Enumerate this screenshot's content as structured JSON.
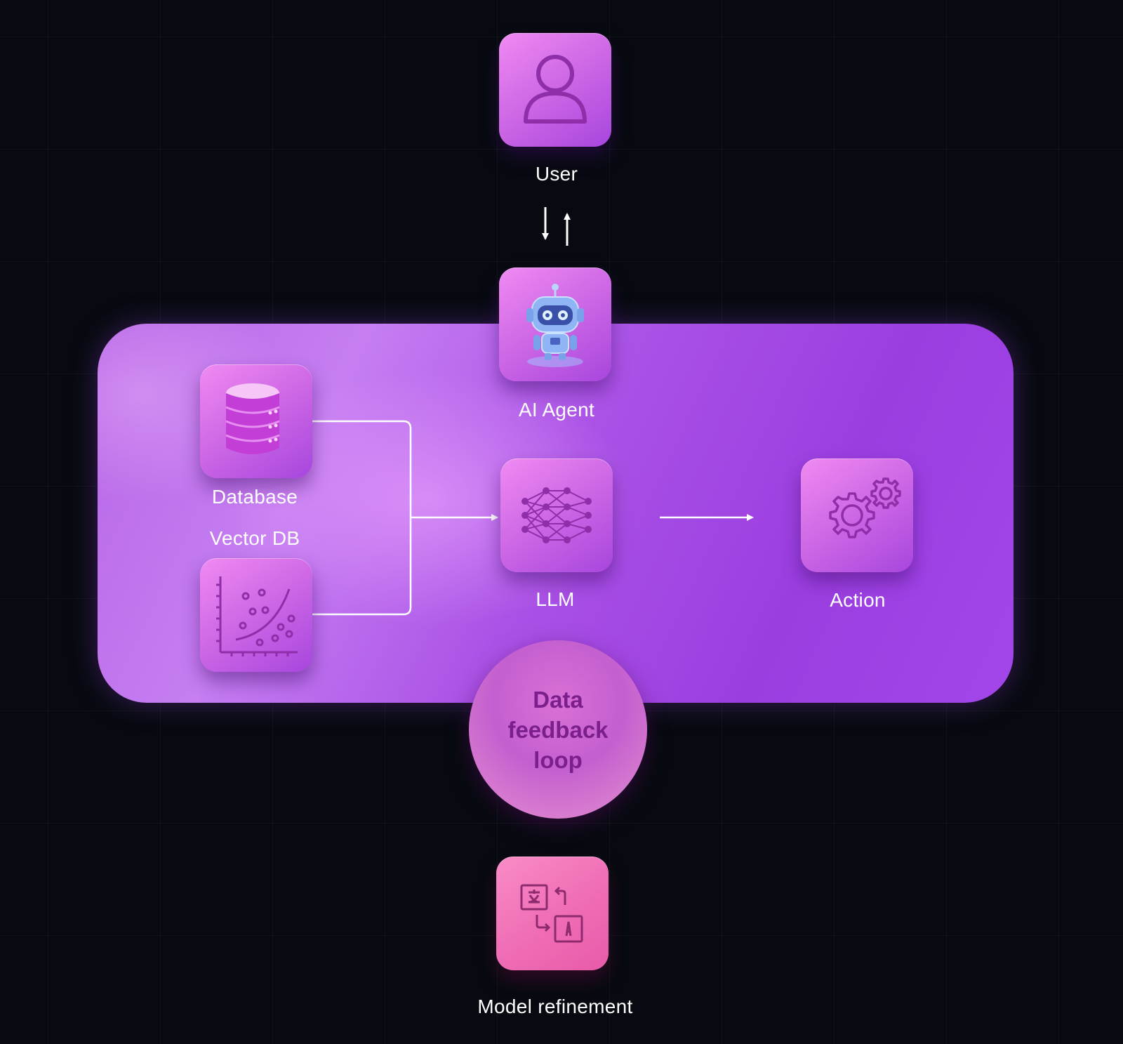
{
  "nodes": {
    "user": {
      "label": "User"
    },
    "agent": {
      "label": "AI Agent"
    },
    "database": {
      "label": "Database"
    },
    "vector_db": {
      "label": "Vector DB"
    },
    "llm": {
      "label": "LLM"
    },
    "action": {
      "label": "Action"
    },
    "feedback": {
      "label": "Data\nfeedback\nloop"
    },
    "refinement": {
      "label": "Model refinement"
    }
  },
  "icons": {
    "user": "user-icon",
    "agent": "robot-icon",
    "database": "database-icon",
    "vector_db": "scatter-plot-icon",
    "llm": "neural-network-icon",
    "action": "gears-icon",
    "refinement": "translate-icon"
  },
  "colors": {
    "background": "#070a10",
    "panel": "#aa52e6",
    "tile": "#d06ae6",
    "refinement_tile": "#f06fb6",
    "feedback_text": "#7a1f8c"
  }
}
